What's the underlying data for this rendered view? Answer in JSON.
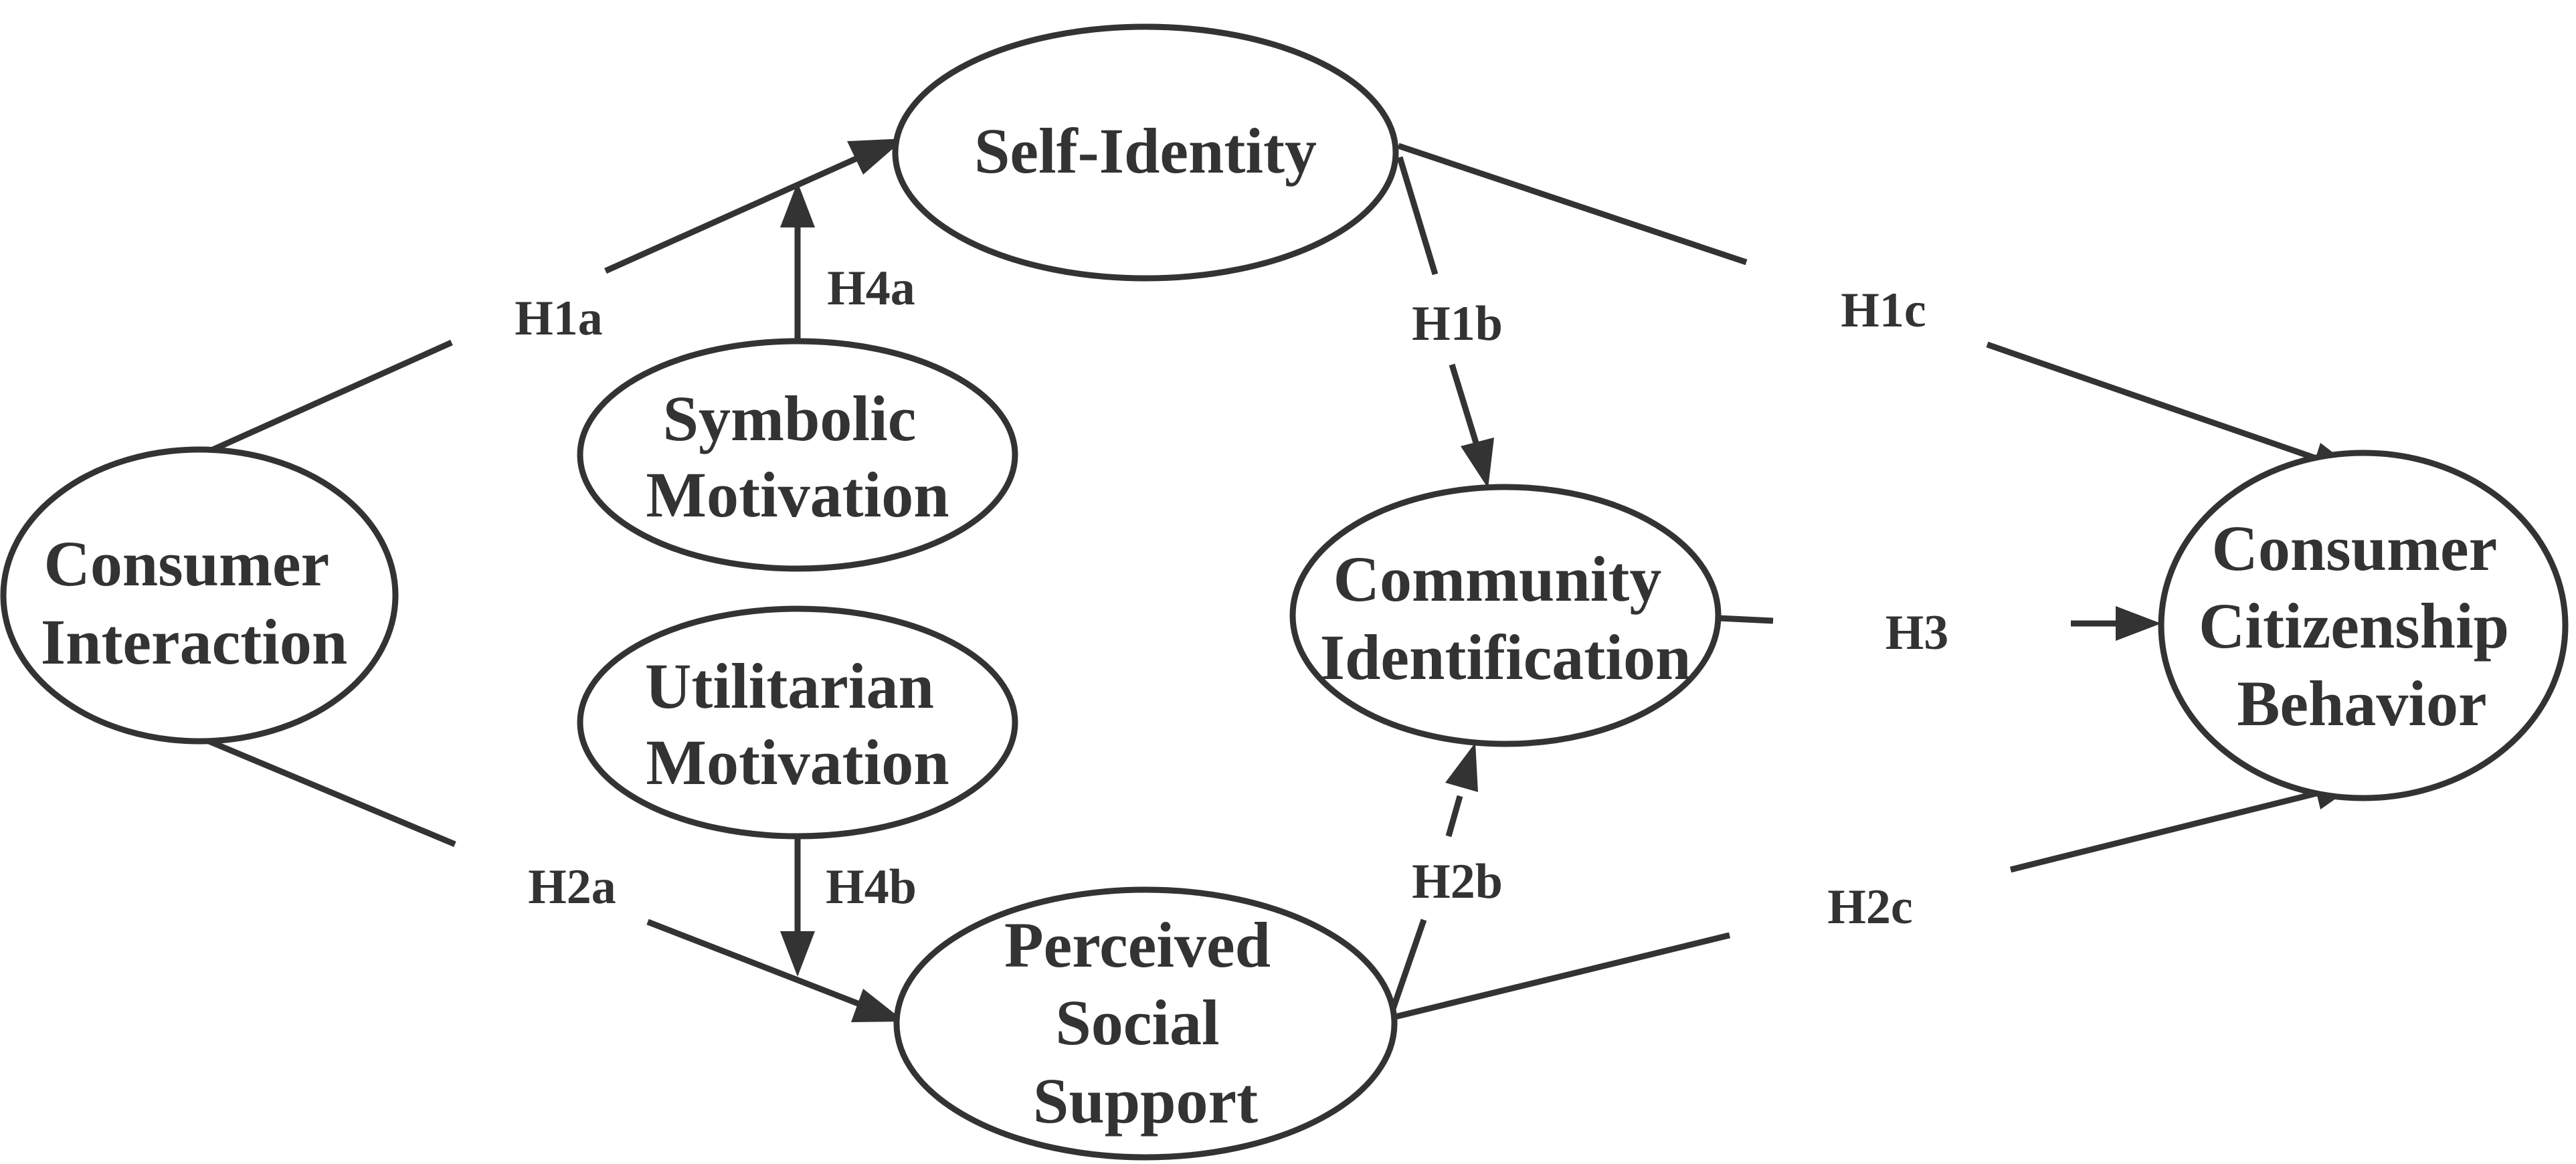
{
  "colors": {
    "ink": "#333333",
    "background": "#ffffff"
  },
  "nodes": {
    "self_identity": {
      "lines": [
        "Self-Identity"
      ]
    },
    "symbolic_motivation": {
      "lines": [
        "Symbolic",
        "Motivation"
      ]
    },
    "consumer_interaction": {
      "lines": [
        "Consumer",
        "Interaction"
      ]
    },
    "utilitarian_motivation": {
      "lines": [
        "Utilitarian",
        "Motivation"
      ]
    },
    "community_identification": {
      "lines": [
        "Community",
        "Identification"
      ]
    },
    "perceived_social_support": {
      "lines": [
        "Perceived",
        "Social",
        "Support"
      ]
    },
    "consumer_citizenship_behavior": {
      "lines": [
        "Consumer",
        "Citizenship",
        "Behavior"
      ]
    }
  },
  "hypotheses": {
    "h1a": "H1a",
    "h1b": "H1b",
    "h1c": "H1c",
    "h2a": "H2a",
    "h2b": "H2b",
    "h2c": "H2c",
    "h3": "H3",
    "h4a": "H4a",
    "h4b": "H4b"
  }
}
